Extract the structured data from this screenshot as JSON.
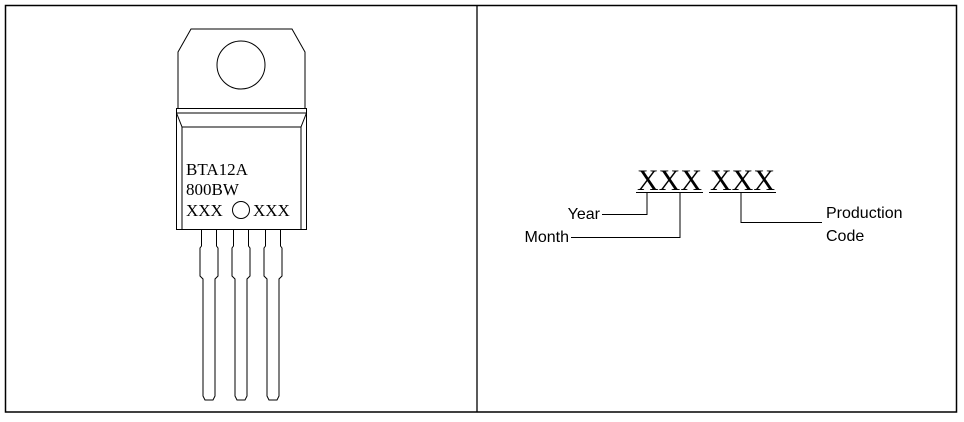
{
  "package": {
    "marking_lines": [
      "BTA12A",
      "800BW"
    ],
    "code_left": "XXX",
    "code_right": "XXX",
    "pin_count": 3
  },
  "marking_legend": {
    "code_groups": [
      "XXX",
      "XXX"
    ],
    "labels": {
      "year": "Year",
      "month": "Month",
      "production_line1": "Production",
      "production_line2": "Code"
    }
  },
  "colors": {
    "stroke": "#000000",
    "background": "#ffffff"
  }
}
